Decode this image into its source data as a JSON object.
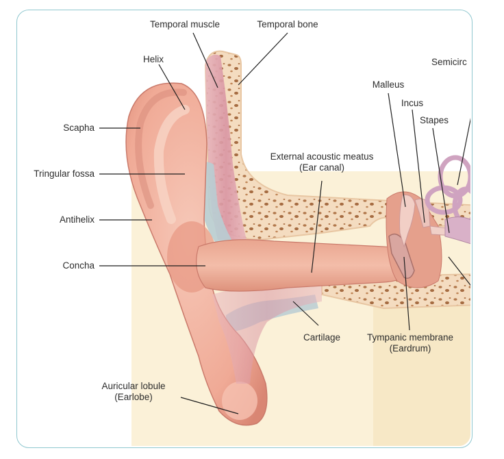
{
  "labels": {
    "temporal_muscle": "Temporal muscle",
    "temporal_bone": "Temporal bone",
    "helix": "Helix",
    "semicircular": "Semicirc",
    "malleus": "Malleus",
    "incus": "Incus",
    "stapes": "Stapes",
    "scapha": "Scapha",
    "triangular_fossa": "Tringular fossa",
    "antihelix": "Antihelix",
    "concha": "Concha",
    "ear_canal_line1": "External acoustic meatus",
    "ear_canal_line2": "(Ear canal)",
    "cartilage": "Cartilage",
    "tympanic_line1": "Tympanic membrane",
    "tympanic_line2": "(Eardrum)",
    "lobule_line1": "Auricular lobule",
    "lobule_line2": "(Earlobe)"
  },
  "colors": {
    "frame_border": "#8fc7cf",
    "skin": "#f2b5a3",
    "skin_dark": "#d98c7b",
    "bone": "#f4dcc0",
    "bone_spots": "#b0764a",
    "muscle": "#e3a9b4",
    "cartilage": "#b8cdd3",
    "background_panel": "#fbf1d8"
  }
}
